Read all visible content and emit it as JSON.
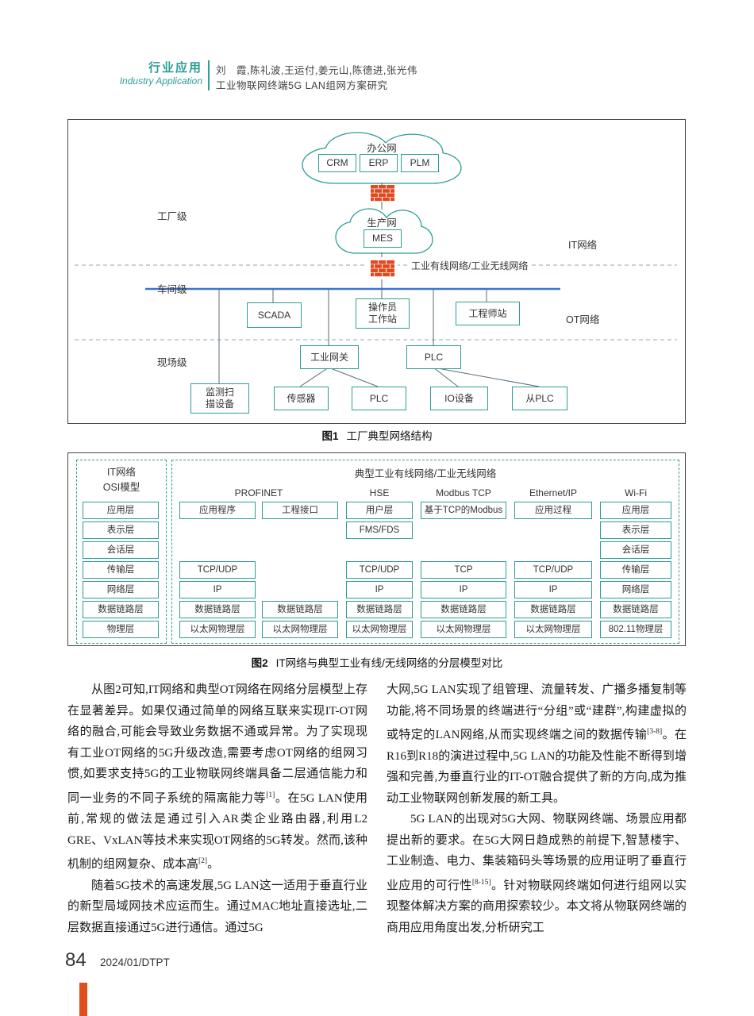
{
  "header": {
    "section_cn": "行业应用",
    "section_en": "Industry Application",
    "authors": "刘　霞,陈礼波,王运付,姜元山,陈德进,张光伟",
    "paper_title": "工业物联网终端5G LAN组网方案研究"
  },
  "figure1": {
    "caption_label": "图1",
    "caption_text": "工厂典型网络结构",
    "office_cloud": "办公网",
    "production_cloud": "生产网",
    "bus_label": "工业有线网络/工业无线网络",
    "levels": [
      "工厂级",
      "车间级",
      "现场级"
    ],
    "zones": {
      "it": "IT网络",
      "ot": "OT网络"
    },
    "nodes": {
      "crm": "CRM",
      "erp": "ERP",
      "plm": "PLM",
      "mes": "MES",
      "scada": "SCADA",
      "operator": "操作员\n工作站",
      "engineer": "工程师站",
      "gateway": "工业网关",
      "plc_mid": "PLC",
      "monitor": "监测扫\n描设备",
      "sensor": "传感器",
      "plc_bottom": "PLC",
      "io_device": "IO设备",
      "slave_plc": "从PLC"
    }
  },
  "figure2": {
    "caption_label": "图2",
    "caption_text": "IT网络与典型工业有线/无线网络的分层模型对比",
    "left_header": [
      "IT网络",
      "OSI模型"
    ],
    "right_header": "典型工业有线网络/工业无线网络",
    "osi_rows": [
      "应用层",
      "表示层",
      "会话层",
      "传输层",
      "网络层",
      "数据链路层",
      "物理层"
    ],
    "protocol_columns": [
      {
        "name": "PROFINET",
        "stacks": [
          [
            "应用程序",
            "",
            "",
            "TCP/UDP",
            "IP",
            "数据链路层",
            "以太网物理层"
          ],
          [
            "工程接口",
            "",
            "",
            "",
            "",
            "数据链路层",
            "以太网物理层"
          ]
        ]
      },
      {
        "name": "HSE",
        "stacks": [
          [
            "用户层",
            "FMS/FDS",
            "",
            "TCP/UDP",
            "IP",
            "数据链路层",
            "以太网物理层"
          ]
        ]
      },
      {
        "name": "Modbus TCP",
        "stacks": [
          [
            "基于TCP的Modbus",
            "",
            "",
            "TCP",
            "IP",
            "数据链路层",
            "以太网物理层"
          ]
        ]
      },
      {
        "name": "Ethernet/IP",
        "stacks": [
          [
            "应用过程",
            "",
            "",
            "TCP/UDP",
            "IP",
            "数据链路层",
            "以太网物理层"
          ]
        ]
      },
      {
        "name": "Wi-Fi",
        "stacks": [
          [
            "应用层",
            "表示层",
            "会话层",
            "传输层",
            "网络层",
            "数据链路层",
            "802.11物理层"
          ]
        ]
      }
    ]
  },
  "body": {
    "left": [
      "从图2可知,IT网络和典型OT网络在网络分层模型上存在显著差异。如果仅通过简单的网络互联来实现IT-OT网络的融合,可能会导致业务数据不通或异常。为了实现现有工业OT网络的5G升级改造,需要考虑OT网络的组网习惯,如要求支持5G的工业物联网终端具备二层通信能力和同一业务的不同子系统的隔离能力等[1]。在5G LAN使用前,常规的做法是通过引入AR类企业路由器,利用L2 GRE、VxLAN等技术来实现OT网络的5G转发。然而,该种机制的组网复杂、成本高[2]。",
      "随着5G技术的高速发展,5G LAN这一适用于垂直行业的新型局域网技术应运而生。通过MAC地址直接选址,二层数据直接通过5G进行通信。通过5G"
    ],
    "right": [
      "大网,5G LAN实现了组管理、流量转发、广播多播复制等功能,将不同场景的终端进行“分组”或“建群”,构建虚拟的或特定的LAN网络,从而实现终端之间的数据传输[3-8]。在R16到R18的演进过程中,5G LAN的功能及性能不断得到增强和完善,为垂直行业的IT-OT融合提供了新的方向,成为推动工业物联网创新发展的新工具。",
      "5G LAN的出现对5G大网、物联网终端、场景应用都提出新的要求。在5G大网日趋成熟的前提下,智慧楼宇、工业制造、电力、集装箱码头等场景的应用证明了垂直行业应用的可行性[8-15]。针对物联网终端如何进行组网以实现整体解决方案的商用探索较少。本文将从物联网终端的商用应用角度出发,分析研究工"
    ]
  },
  "footer": {
    "page_number": "84",
    "issue": "2024/01/DTPT"
  },
  "colors": {
    "accent_teal": "#2e9d95",
    "bus_blue": "#3b74c9",
    "firewall_red": "#e3491f",
    "footer_bar_orange": "#de4f1d"
  }
}
